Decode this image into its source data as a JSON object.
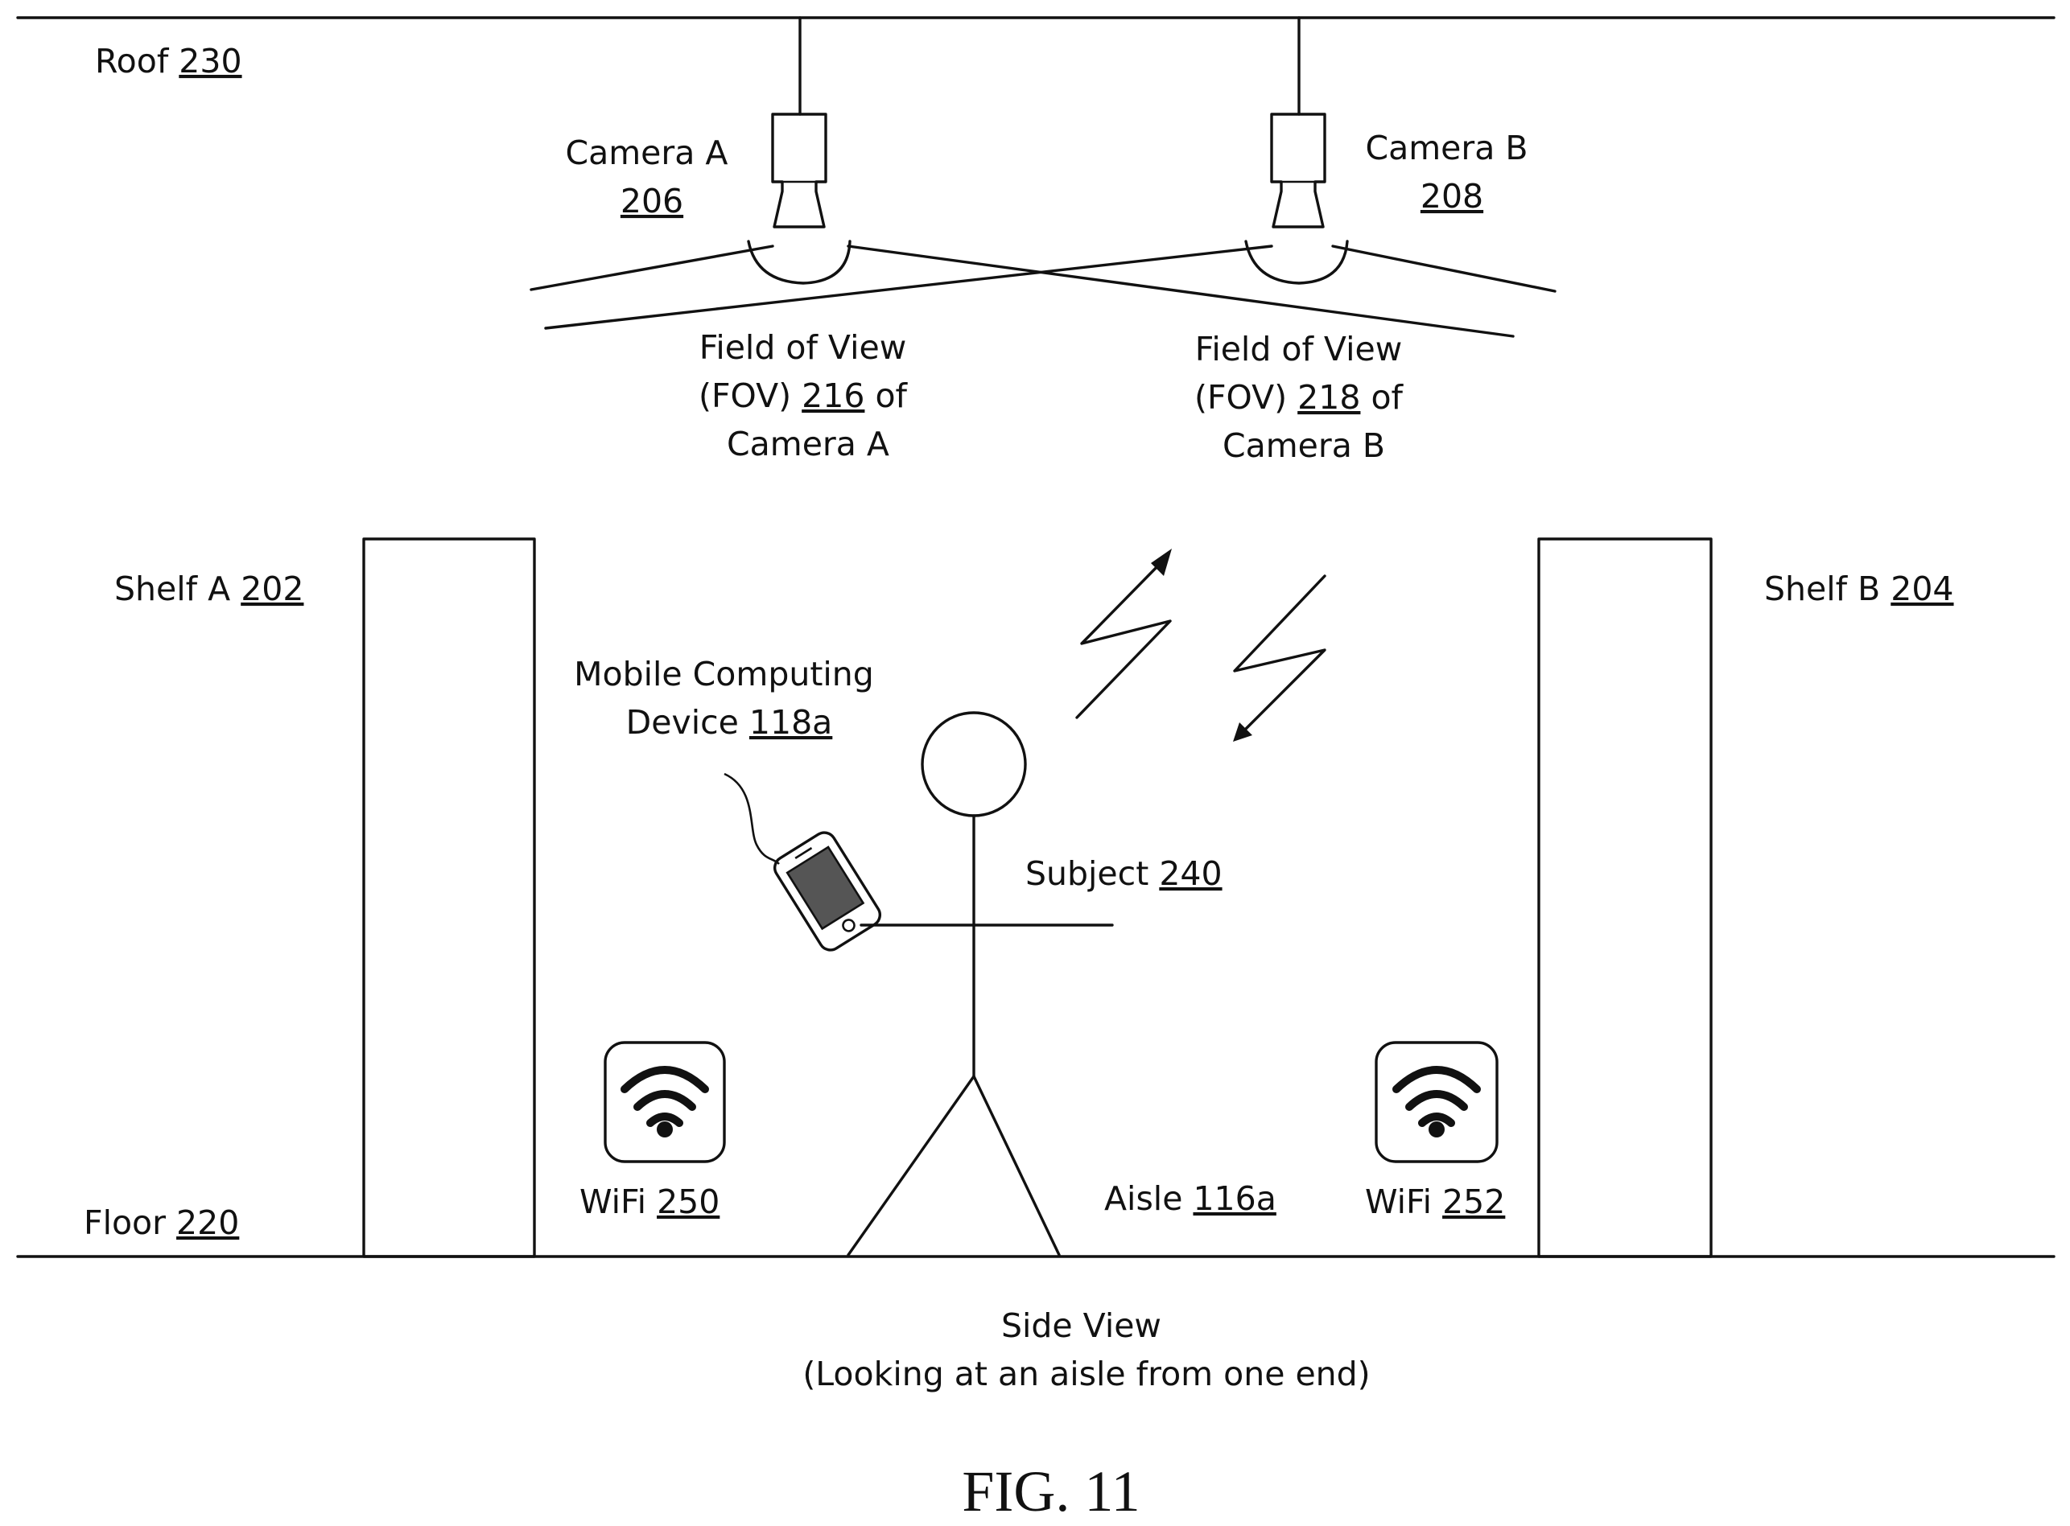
{
  "labels": {
    "roof": {
      "text": "Roof ",
      "ref": "230"
    },
    "floor": {
      "text": "Floor ",
      "ref": "220"
    },
    "camera_a": {
      "line1": "Camera A",
      "ref": "206"
    },
    "camera_b": {
      "line1": "Camera B",
      "ref": "208"
    },
    "fov_a": {
      "line1": "Field of View",
      "line2_pre": "(FOV) ",
      "ref": "216",
      "line2_post": " of",
      "line3": "Camera A"
    },
    "fov_b": {
      "line1": "Field of View",
      "line2_pre": "(FOV) ",
      "ref": "218",
      "line2_post": " of",
      "line3": "Camera B"
    },
    "shelf_a": {
      "text": "Shelf A ",
      "ref": "202"
    },
    "shelf_b": {
      "text": "Shelf B ",
      "ref": "204"
    },
    "mobile": {
      "line1": "Mobile Computing",
      "line2_pre": "Device ",
      "ref": "118a"
    },
    "subject": {
      "text": "Subject ",
      "ref": "240"
    },
    "wifi_a": {
      "text": "WiFi ",
      "ref": "250"
    },
    "wifi_b": {
      "text": "WiFi ",
      "ref": "252"
    },
    "aisle": {
      "text": "Aisle ",
      "ref": "116a"
    }
  },
  "caption": {
    "line1": "Side View",
    "line2": "(Looking at an aisle from one end)"
  },
  "figure_label": "FIG. 11",
  "icons": [
    "camera-icon",
    "wifi-icon",
    "smartphone-icon",
    "signal-arrow-icon"
  ],
  "colors": {
    "ink": "#111111",
    "background": "#ffffff"
  }
}
